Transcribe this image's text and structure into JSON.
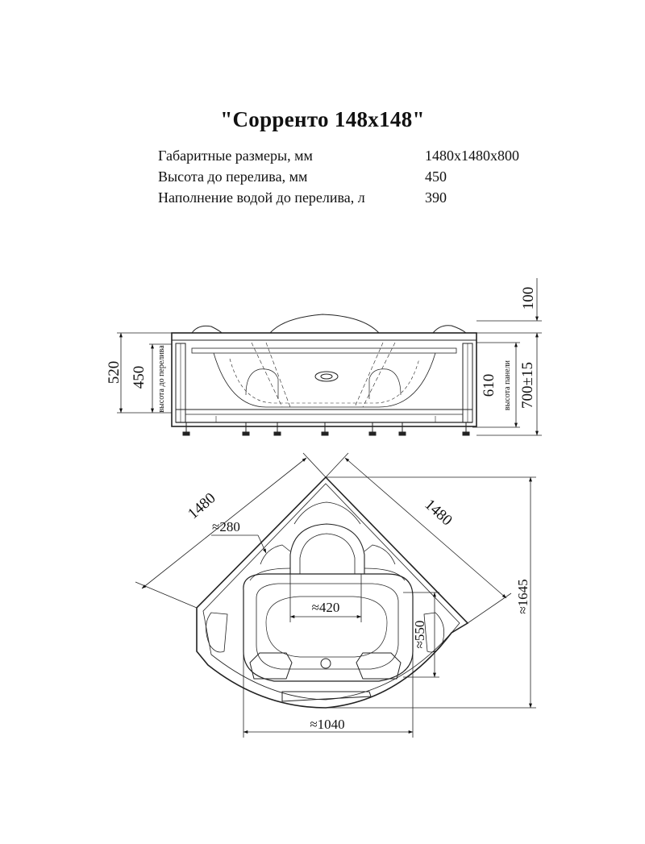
{
  "title": "\"Сорренто 148x148\"",
  "specs": [
    {
      "label": "Габаритные размеры, мм",
      "value": "1480x1480x800"
    },
    {
      "label": "Высота до перелива, мм",
      "value": "450"
    },
    {
      "label": "Наполнение водой до перелива, л",
      "value": "390"
    }
  ],
  "front_view": {
    "dim_total_height": "520",
    "dim_overflow": "450",
    "label_overflow_height": "высота до перелива",
    "dim_top": "100",
    "dim_panel": "610",
    "label_panel_height": "высота панели",
    "dim_panel_total": "700±15"
  },
  "top_view": {
    "dim_side_left": "1480",
    "dim_side_right": "1480",
    "dim_headrest": "≈280",
    "dim_inner_width": "≈420",
    "dim_inner_depth": "≈550",
    "dim_diagonal": "≈1645",
    "dim_bottom_width": "≈1040"
  }
}
